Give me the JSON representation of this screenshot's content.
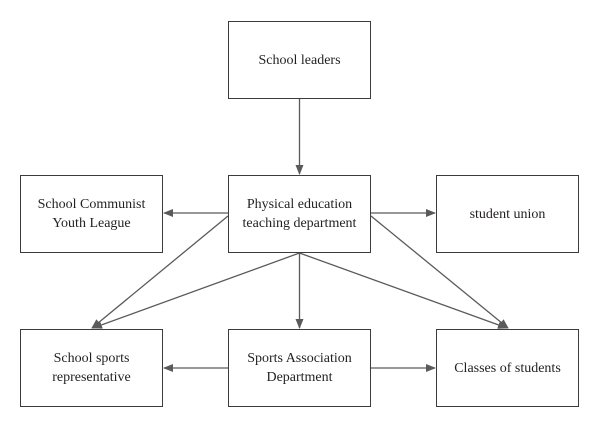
{
  "nodes": {
    "school_leaders": "School leaders",
    "pe_dept": "Physical education\nteaching department",
    "youth_league": "School Communist\nYouth League",
    "student_union": "student union",
    "sports_rep": "School sports\nrepresentative",
    "sports_assoc": "Sports Association\nDepartment",
    "classes": "Classes of students"
  },
  "edges": [
    {
      "from": "school_leaders",
      "to": "pe_dept"
    },
    {
      "from": "pe_dept",
      "to": "youth_league"
    },
    {
      "from": "pe_dept",
      "to": "student_union"
    },
    {
      "from": "pe_dept",
      "to": "sports_rep"
    },
    {
      "from": "pe_dept",
      "to": "classes"
    },
    {
      "from": "pe_dept",
      "to": "sports_assoc"
    },
    {
      "from": "pe_dept",
      "to": "sports_rep",
      "via": "bottom-center"
    },
    {
      "from": "pe_dept",
      "to": "classes",
      "via": "bottom-center"
    },
    {
      "from": "sports_assoc",
      "to": "sports_rep"
    },
    {
      "from": "sports_assoc",
      "to": "classes"
    }
  ],
  "colors": {
    "line": "#5a5a5a",
    "box_border": "#3c3c3c",
    "text": "#231f20"
  }
}
